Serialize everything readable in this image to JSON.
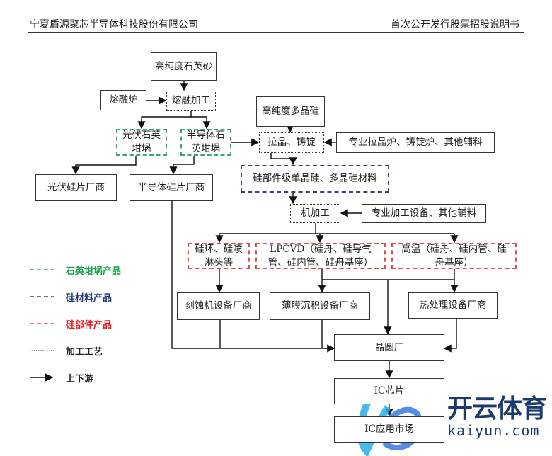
{
  "header": {
    "company": "宁夏盾源聚芯半导体科技股份有限公司",
    "doc_title": "首次公开发行股票招股说明书"
  },
  "nodes": {
    "quartz_sand": "高纯度石英砂",
    "melting_furnace": "熔融炉",
    "melting_process": "熔融加工",
    "polysilicon": "高纯度多晶硅",
    "pv_crucible": "光伏石英坩埚",
    "semi_crucible": "半导体石英坩埚",
    "crystal_pulling": "拉晶、铸锭",
    "pulling_equipment": "专业拉晶炉、铸锭炉、其他辅料",
    "pv_wafer_maker": "光伏硅片厂商",
    "semi_wafer_maker": "半导体硅片厂商",
    "silicon_material": "硅部件级单晶硅、多晶硅材料",
    "machining": "机加工",
    "machining_equipment": "专业加工设备、其他辅料",
    "ring_parts": "硅环、硅喷淋头等",
    "lpcvd_parts": "LPCVD（硅舟、硅导气管、硅内管、硅舟基座）",
    "high_temp_parts": "高温（硅舟、硅内管、硅舟基座）",
    "etch_maker": "刻蚀机设备厂商",
    "deposition_maker": "薄膜沉积设备厂商",
    "heat_maker": "热处理设备厂商",
    "wafer_fab": "晶圆厂",
    "ic_chip": "IC芯片",
    "ic_market": "IC应用市场"
  },
  "legend": [
    {
      "label": "石英坩埚产品",
      "color": "#1aa34a"
    },
    {
      "label": "硅材料产品",
      "color": "#1f3b6e"
    },
    {
      "label": "硅部件产品",
      "color": "#e8161f"
    },
    {
      "label": "加工工艺",
      "color": "#111111"
    },
    {
      "label": "上下游",
      "color": "#111111"
    }
  ],
  "watermark": {
    "cn": "开云体育",
    "en": "kaiyun.com"
  }
}
